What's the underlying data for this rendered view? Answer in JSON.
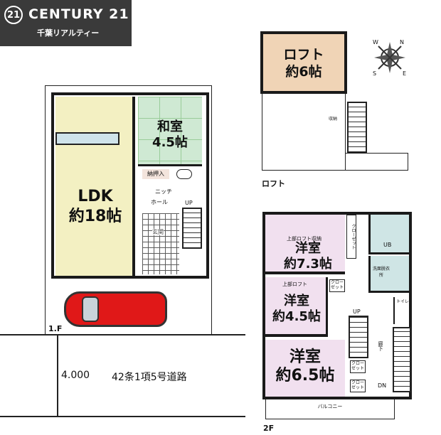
{
  "logo": {
    "brand": "CENTURY 21",
    "badge": "21",
    "branch": "千葉リアルティー",
    "bg": "#3a3a3a"
  },
  "floor1": {
    "label": "1.F",
    "ldk": {
      "name": "LDK",
      "size": "約18帖",
      "color": "#f3f0c2"
    },
    "washitsu": {
      "name": "和室",
      "size": "4.5帖",
      "color": "#cfe9d3"
    },
    "storage": "納押入",
    "niche": "ニッチ",
    "hall": "ホール",
    "up": "UP",
    "genkan": "玄関"
  },
  "road": {
    "width": "4.000",
    "type": "42条1項5号道路"
  },
  "car": {
    "color": "#e01818"
  },
  "loft": {
    "label": "ロフト",
    "room": {
      "name": "ロフト",
      "size": "約6帖",
      "color": "#f0d4b6"
    },
    "storage": "収納"
  },
  "compass": {
    "n": "N",
    "s": "S",
    "e": "E",
    "w": "W"
  },
  "floor2": {
    "label": "2F",
    "room1": {
      "name": "洋室",
      "size": "約7.3帖",
      "note": "上部ロフト収納",
      "color": "#f1e0ef"
    },
    "room2": {
      "name": "洋室",
      "size": "約4.5帖",
      "note": "上部ロフト",
      "color": "#f1e0ef"
    },
    "room3": {
      "name": "洋室",
      "size": "約6.5帖",
      "color": "#f1e0ef"
    },
    "closet_long": "クローゼット",
    "closet": "クローゼット",
    "ub": "UB",
    "washroom": "洗面脱衣所",
    "toilet": "トイレ",
    "corridor": "廊下",
    "up": "UP",
    "dn": "DN",
    "balcony": "バルコニー",
    "wet_color": "#cfe5e5"
  }
}
